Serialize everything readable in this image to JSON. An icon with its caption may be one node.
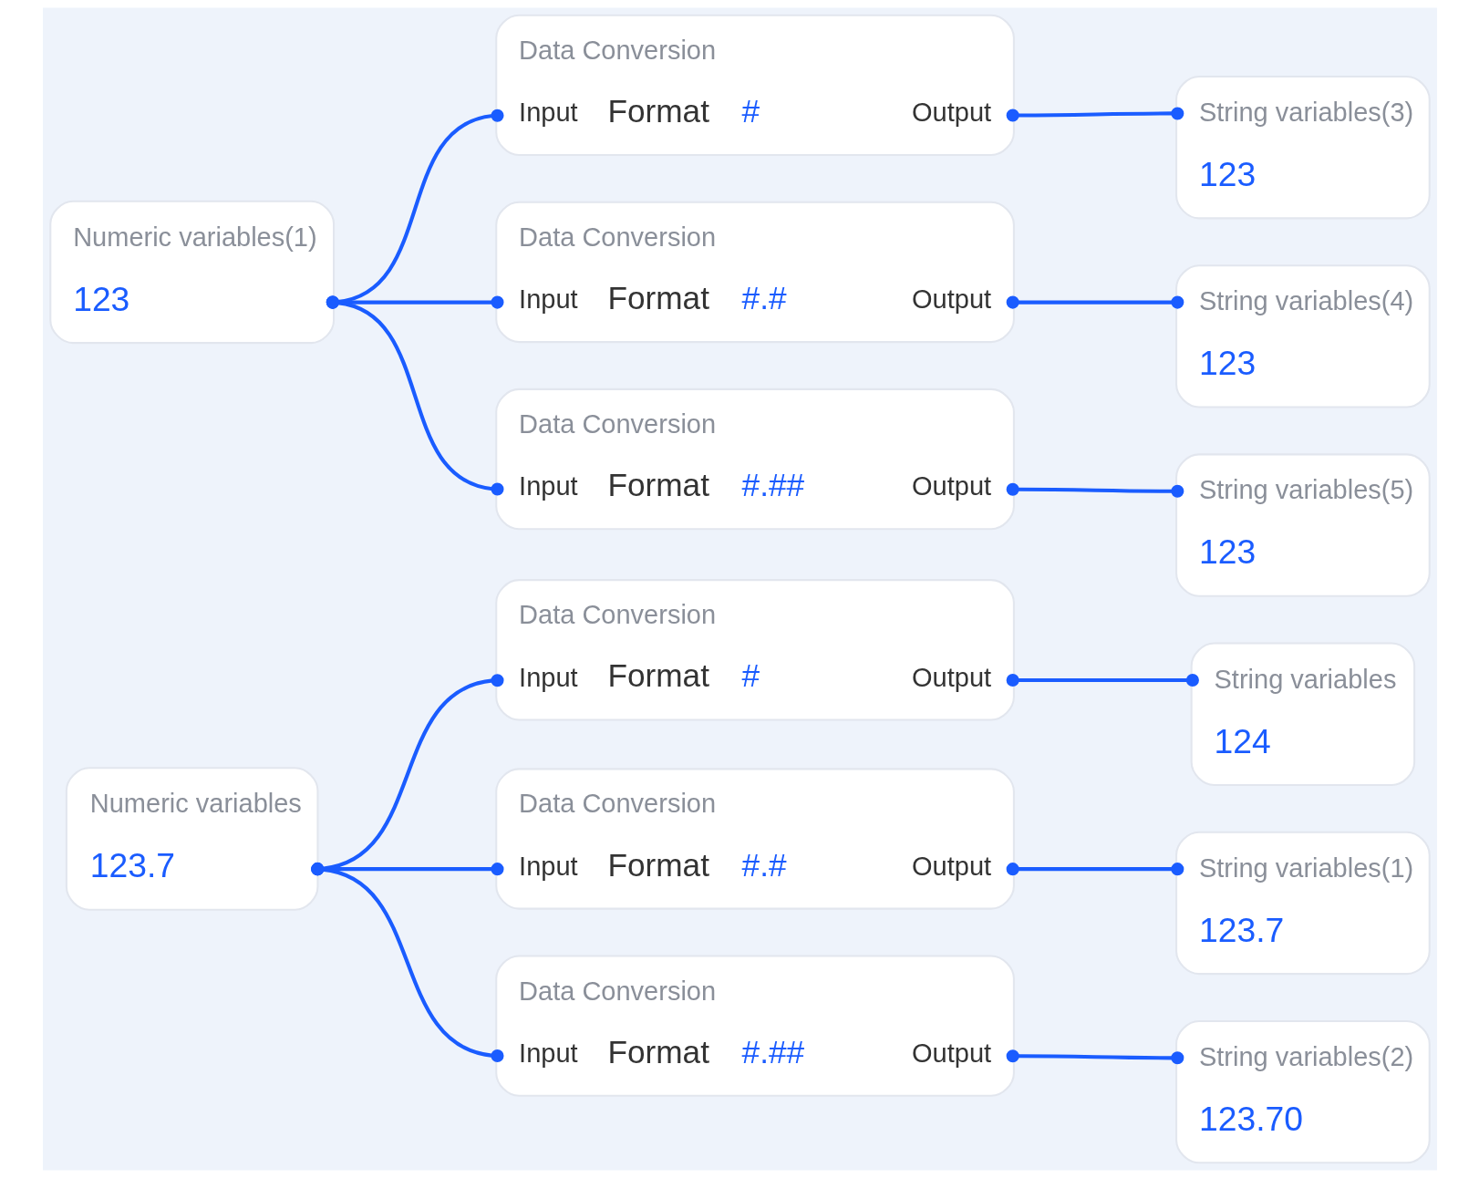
{
  "diagram": {
    "nodes": [
      {
        "text": [
          "Numeric variables",
          "123.7"
        ]
      },
      {
        "text": [
          "Data Conversion",
          "Input",
          "Format",
          "#",
          "Output"
        ]
      },
      {
        "text": [
          "String variables",
          "124"
        ]
      },
      {
        "text": [
          "Data Conversion",
          "Input",
          "Format",
          "#.#",
          "Output"
        ]
      },
      {
        "text": [
          "String variables(1)",
          "123.7"
        ]
      },
      {
        "text": [
          "Data Conversion",
          "Input",
          "Format",
          "#.##",
          "Output"
        ]
      },
      {
        "text": [
          "String variables(2)",
          "123.70"
        ]
      },
      {
        "text": [
          "Numeric variables(1)",
          "123"
        ]
      },
      {
        "text": [
          "Data Conversion",
          "Input",
          "Format",
          "#",
          "Output"
        ]
      },
      {
        "text": [
          "String variables(3)",
          "123"
        ]
      },
      {
        "text": [
          "Data Conversion",
          "Input",
          "Format",
          "#.#",
          "Output"
        ]
      },
      {
        "text": [
          "String variables(4)",
          "123"
        ]
      },
      {
        "text": [
          "Data Conversion",
          "Input",
          "Format",
          "#.##",
          "Output"
        ]
      },
      {
        "text": [
          "String variables(5)",
          "123"
        ]
      }
    ],
    "edges": [
      {
        "from": 0,
        "to": 1,
        "arrow": "other"
      },
      {
        "from": 0,
        "to": 3,
        "arrow": "other"
      },
      {
        "from": 0,
        "to": 5,
        "arrow": "other"
      },
      {
        "from": 1,
        "to": 2,
        "arrow": "other"
      },
      {
        "from": 3,
        "to": 4,
        "arrow": "other"
      },
      {
        "from": 5,
        "to": 6,
        "arrow": "other"
      },
      {
        "from": 7,
        "to": 8,
        "arrow": "other"
      },
      {
        "from": 7,
        "to": 10,
        "arrow": "other"
      },
      {
        "from": 7,
        "to": 12,
        "arrow": "other"
      },
      {
        "from": 8,
        "to": 9,
        "arrow": "other"
      },
      {
        "from": 10,
        "to": 11,
        "arrow": "other"
      },
      {
        "from": 12,
        "to": 13,
        "arrow": "other"
      }
    ]
  }
}
